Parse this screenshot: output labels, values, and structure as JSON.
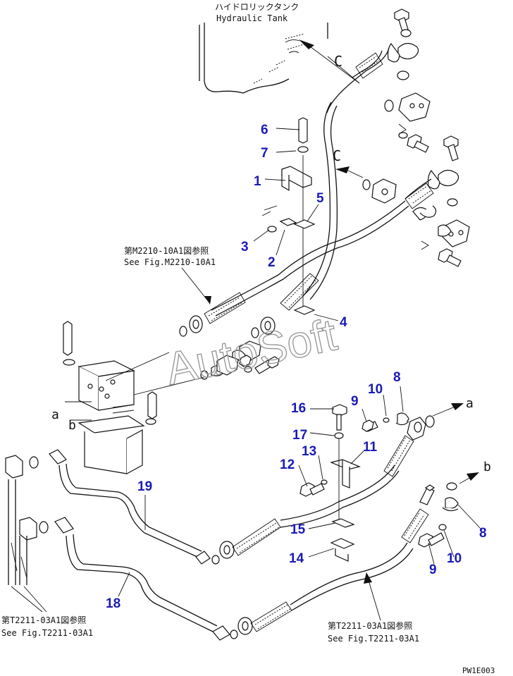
{
  "diagram": {
    "tank_label": {
      "jp": "ハイドロリックタンク",
      "en": "Hydraulic Tank"
    },
    "watermark": "AutoSoft",
    "drawing_code": "PW1E003",
    "refs": [
      {
        "jp": "第M2210-10A1図参照",
        "en": "See Fig.M2210-10A1"
      },
      {
        "jp": "第T2211-03A1図参照",
        "en": "See Fig.T2211-03A1"
      },
      {
        "jp": "第T2211-03A1図参照",
        "en": "See Fig.T2211-03A1"
      }
    ],
    "connection_labels": [
      "C",
      "C",
      "a",
      "b",
      "a",
      "b"
    ],
    "callouts": [
      "6",
      "7",
      "1",
      "5",
      "3",
      "2",
      "4",
      "16",
      "9",
      "10",
      "8",
      "17",
      "13",
      "11",
      "12",
      "19",
      "15",
      "14",
      "8",
      "10",
      "9",
      "18"
    ]
  }
}
